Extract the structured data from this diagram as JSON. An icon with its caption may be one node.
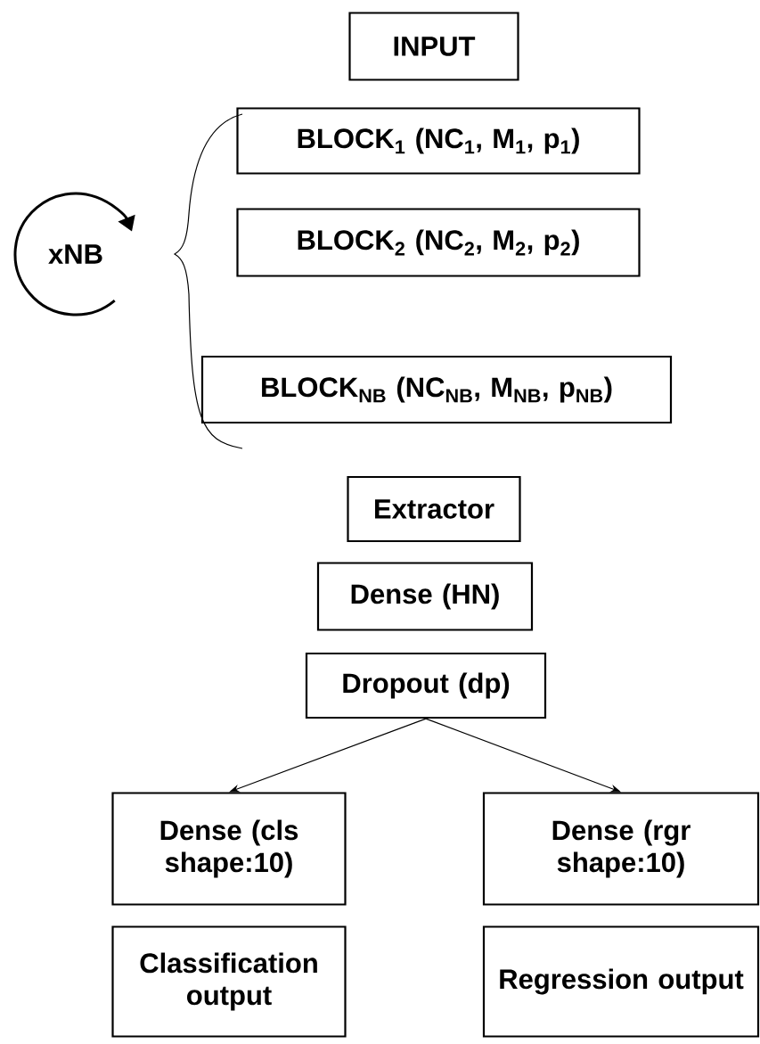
{
  "diagram": {
    "nodes": [
      {
        "text": [
          "INPUT"
        ]
      },
      {
        "text": [
          "BLOCK$_{1}$ (NC$_{1}$, M$_{1}$, p$_{1}$)"
        ]
      },
      {
        "text": [
          "BLOCK$_{2}$ (NC$_{2}$, M$_{2}$, p$_{2}$)"
        ]
      },
      {
        "text": [
          "BLOCK$_{NB}$ (NC$_{NB}$, M$_{NB}$, p$_{NB}$)"
        ]
      },
      {
        "text": [
          "Extractor"
        ]
      },
      {
        "text": [
          "Dense (HN)"
        ]
      },
      {
        "text": [
          "Dropout (dp)"
        ]
      },
      {
        "text": [
          "Dense (cls shape:10)"
        ]
      },
      {
        "text": [
          "Dense (rgr shape:10)"
        ]
      },
      {
        "text": [
          "Classification output"
        ]
      },
      {
        "text": [
          "Regression output"
        ]
      }
    ],
    "edges": [
      {
        "from": 6,
        "to": 7,
        "arrow": "to"
      },
      {
        "from": 6,
        "to": 8,
        "arrow": "to"
      }
    ],
    "labels": [
      "xNB"
    ]
  }
}
